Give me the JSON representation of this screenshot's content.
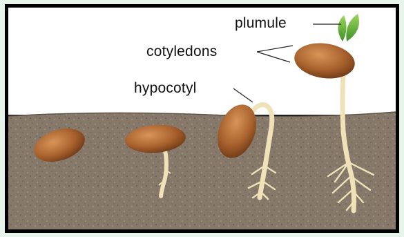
{
  "diagram": {
    "labels": {
      "plumule": "plumule",
      "cotyledons": "cotyledons",
      "hypocotyl": "hypocotyl"
    },
    "colors": {
      "soil": "#8b7f6e",
      "sky": "#ffffff",
      "seed": "#b8713a",
      "root": "#efe2b8",
      "leaf": "#6dbf3a",
      "frame": "#000000"
    }
  }
}
